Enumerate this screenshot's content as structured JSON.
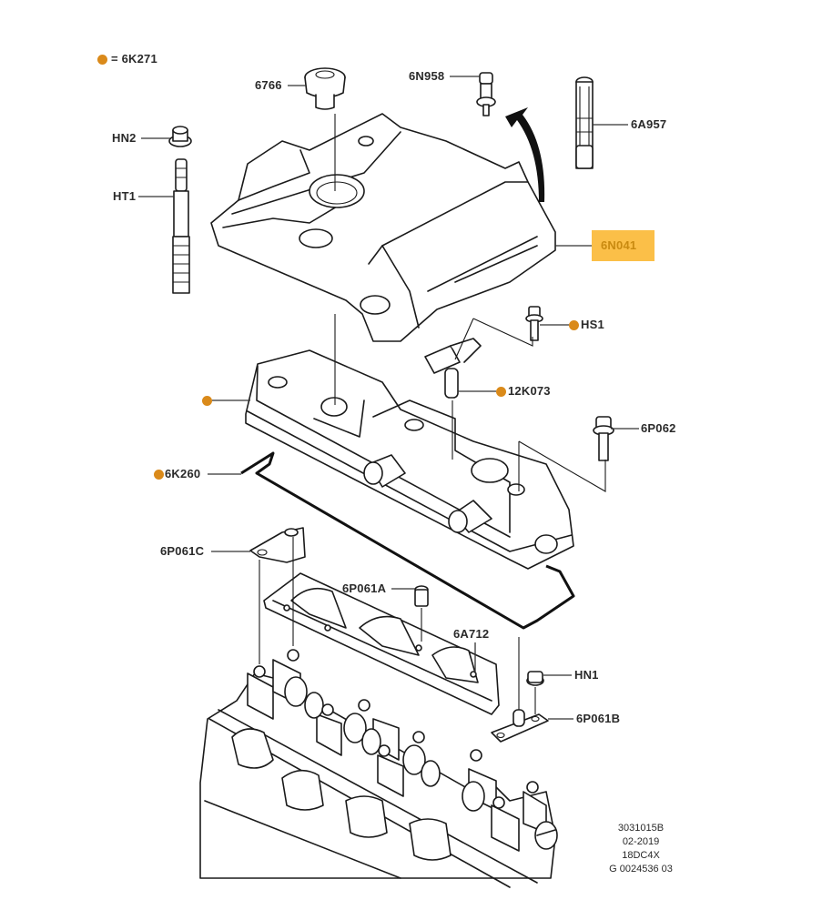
{
  "colors": {
    "marker_dot": "#DA8A1A",
    "highlight_fill": "#FBBF48",
    "highlight_text": "#C98A10",
    "line": "#1a1a1a"
  },
  "legend": {
    "equals_text": "= 6K271",
    "marker": "orange-dot"
  },
  "callouts": {
    "c6766": "6766",
    "c6N958": "6N958",
    "c6A957": "6A957",
    "cHN2": "HN2",
    "cHT1": "HT1",
    "c6N041": "6N041",
    "cHS1": "HS1",
    "c12K073": "12K073",
    "c6P062": "6P062",
    "c6K260": "6K260",
    "c6P061C": "6P061C",
    "c6P061A": "6P061A",
    "c6A712": "6A712",
    "cHN1": "HN1",
    "c6P061B": "6P061B"
  },
  "highlighted_part": "6N041",
  "marked_parts": [
    "HS1",
    "12K073",
    "6K260",
    "rocker-cover-unlabeled"
  ],
  "footer": {
    "line1": "3031015B",
    "line2": "02-2019",
    "line3": "18DC4X",
    "line4": "G 0024536 03"
  }
}
